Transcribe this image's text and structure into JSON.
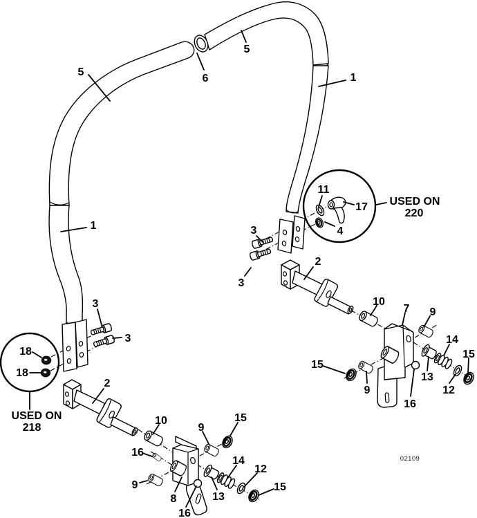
{
  "figure": {
    "drawing_number": "02109",
    "notes": {
      "used_on_220": {
        "line1": "USED ON",
        "line2": "220"
      },
      "used_on_218": {
        "line1": "USED ON",
        "line2": "218"
      }
    },
    "callouts": [
      "5",
      "6",
      "5",
      "1",
      "1",
      "3",
      "3",
      "2",
      "11",
      "17",
      "4",
      "10",
      "7",
      "9",
      "14",
      "15",
      "15",
      "9",
      "13",
      "12",
      "16",
      "3",
      "3",
      "18",
      "18",
      "2",
      "10",
      "9",
      "15",
      "16",
      "9",
      "8",
      "16",
      "13",
      "14",
      "12",
      "15"
    ]
  }
}
